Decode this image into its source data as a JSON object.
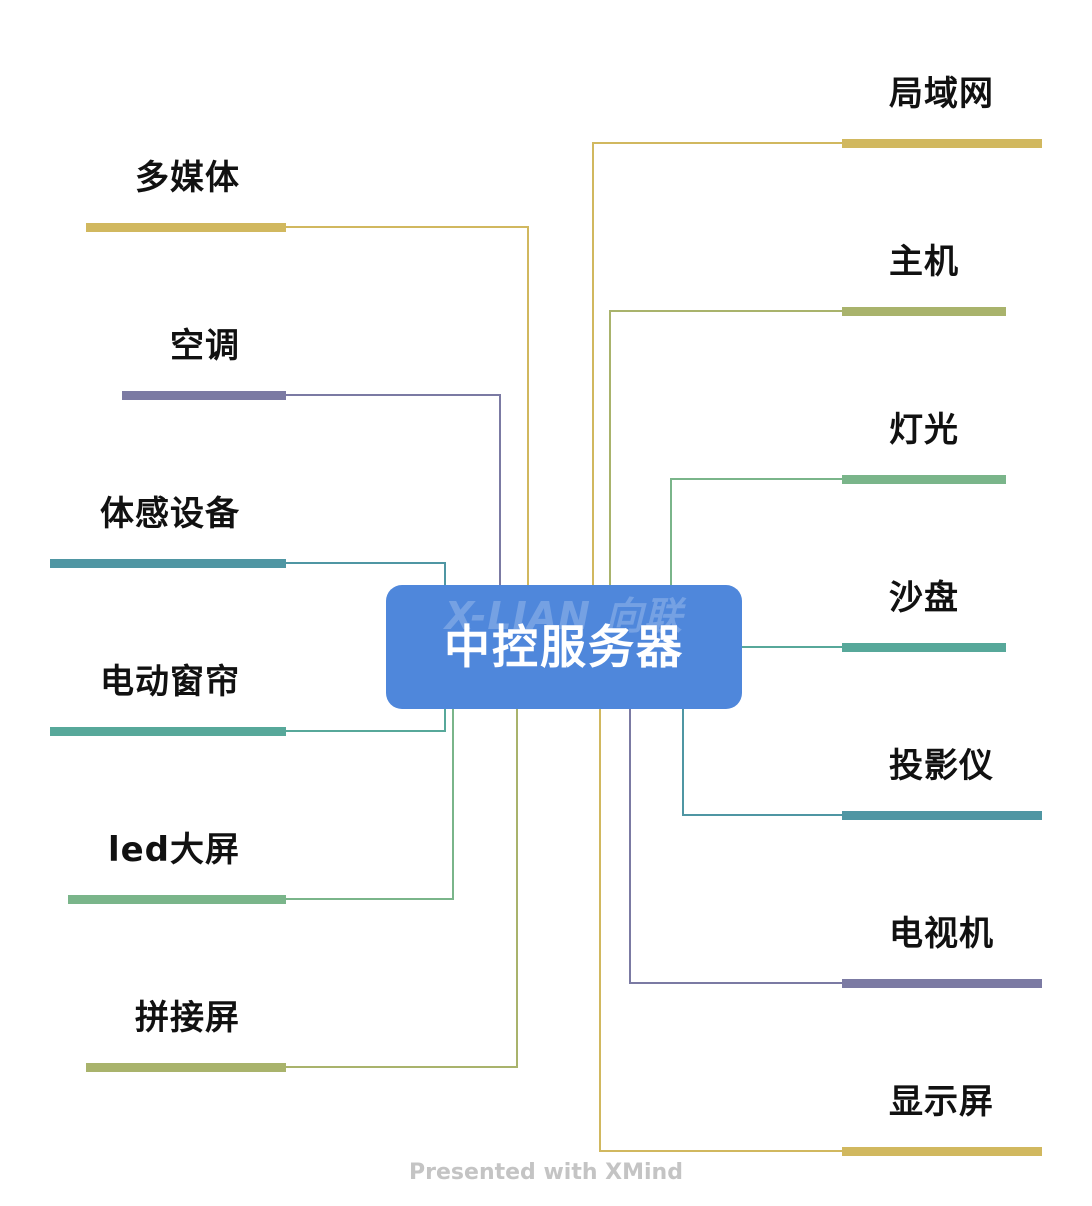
{
  "central": {
    "title": "中控服务器",
    "watermark": "X-LIAN 向联"
  },
  "left_branches": [
    {
      "label": "多媒体",
      "color": "#d1b85f"
    },
    {
      "label": "空调",
      "color": "#7b7aa3"
    },
    {
      "label": "体感设备",
      "color": "#4f96a3"
    },
    {
      "label": "电动窗帘",
      "color": "#57a89a"
    },
    {
      "label": "led大屏",
      "color": "#7ab58a"
    },
    {
      "label": "拼接屏",
      "color": "#a9b36c"
    }
  ],
  "right_branches": [
    {
      "label": "局域网",
      "color": "#d1b85f"
    },
    {
      "label": "主机",
      "color": "#a9b36c"
    },
    {
      "label": "灯光",
      "color": "#7ab58a"
    },
    {
      "label": "沙盘",
      "color": "#57a89a"
    },
    {
      "label": "投影仪",
      "color": "#4f96a3"
    },
    {
      "label": "电视机",
      "color": "#7b7aa3"
    },
    {
      "label": "显示屏",
      "color": "#d1b85f"
    }
  ],
  "footer": "Presented with XMind"
}
